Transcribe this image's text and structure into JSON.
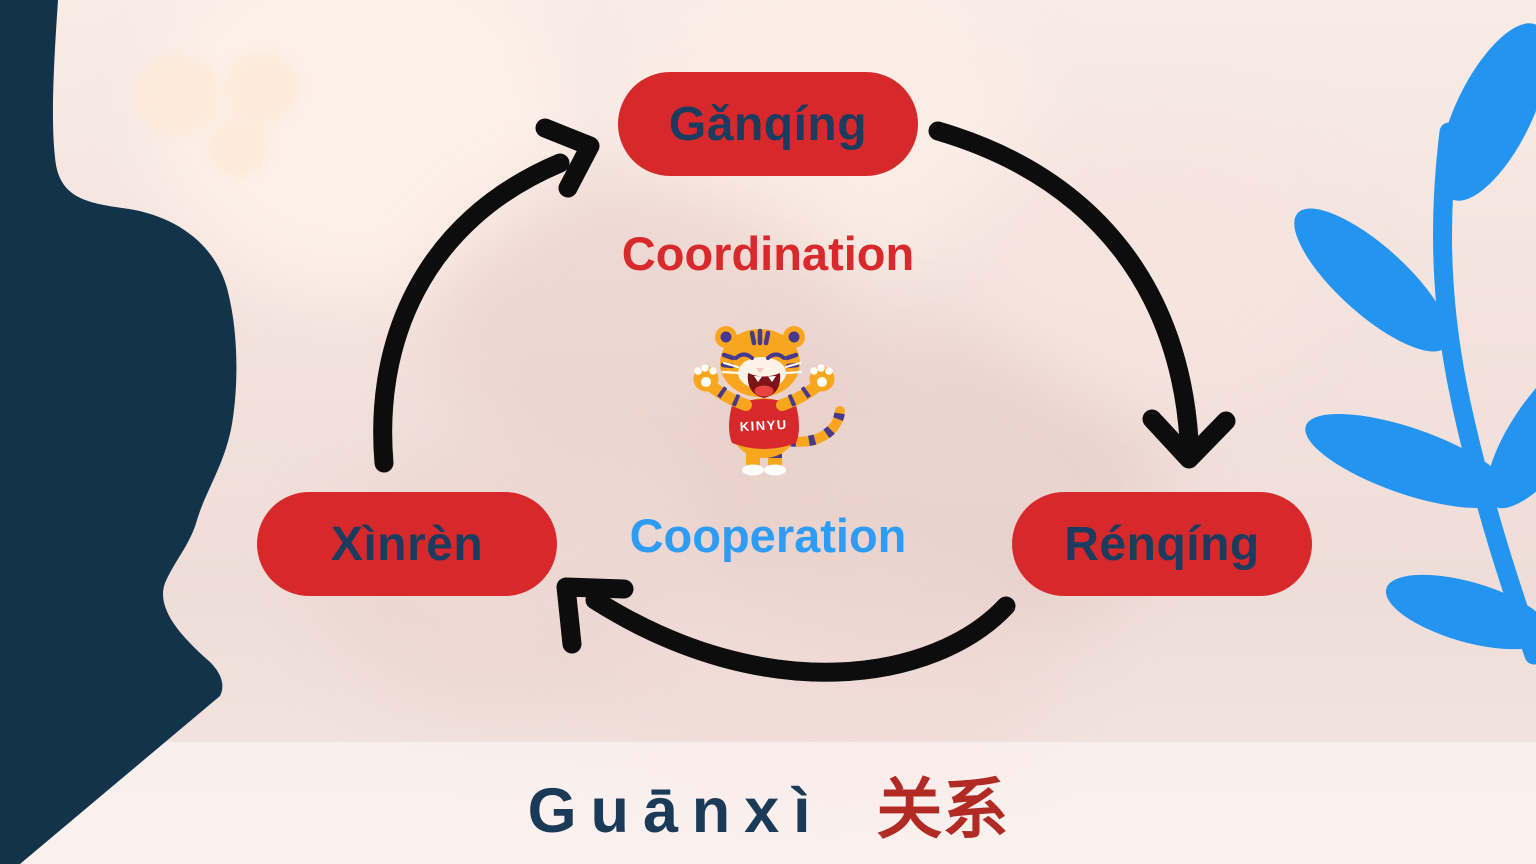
{
  "slide": {
    "title": {
      "pinyin": "Guānxì",
      "hanzi": "关系"
    },
    "cycle": {
      "top_node": "Gǎnqíng",
      "right_node": "Rénqíng",
      "left_node": "Xìnrèn",
      "relation_top": "Coordination",
      "relation_bottom": "Cooperation"
    },
    "mascot": {
      "shirt_text": "KINYU"
    },
    "colors": {
      "pill_red": "#d7282b",
      "coordination_red": "#d8292c",
      "cooperation_blue": "#2f9cf4",
      "hanzi_red": "#b22a24",
      "navy_blob": "#13334b",
      "node_text_navy": "#1b3c5f",
      "plant_blue": "#2395f1",
      "arrow_black": "#0d0d0d"
    }
  }
}
